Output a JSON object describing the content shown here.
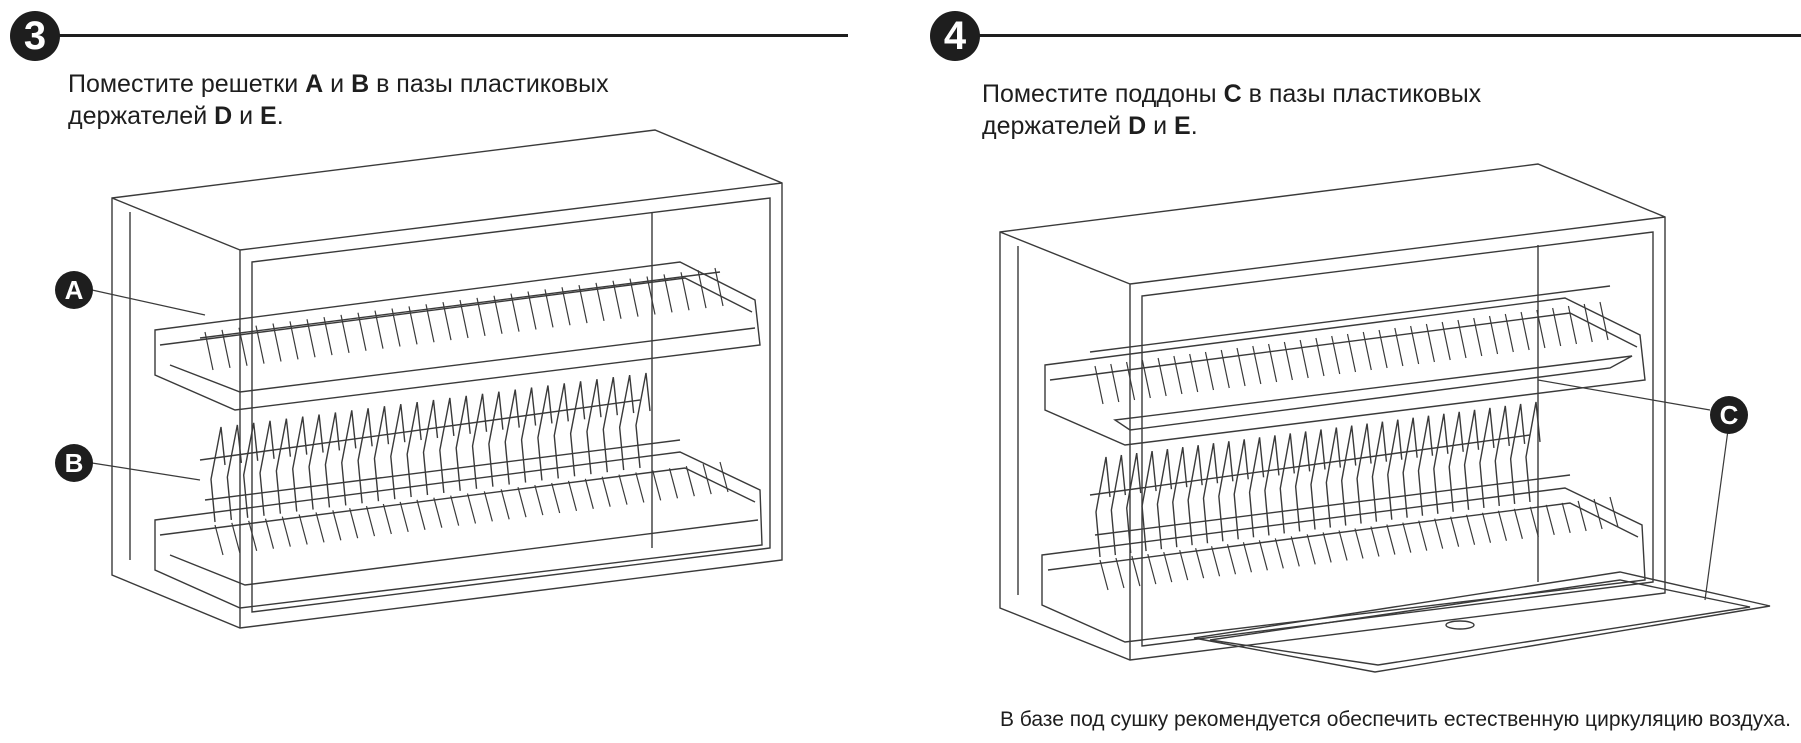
{
  "steps": [
    {
      "number": "3",
      "text": {
        "line1_a": "Поместите решетки ",
        "line1_b": "A",
        "line1_c": " и ",
        "line1_d": "B",
        "line1_e": " в пазы пластиковых",
        "line2_a": "держателей ",
        "line2_b": "D",
        "line2_c": " и ",
        "line2_d": "E",
        "line2_e": "."
      },
      "callouts": [
        "A",
        "B"
      ]
    },
    {
      "number": "4",
      "text": {
        "line1_a": "Поместите поддоны ",
        "line1_b": "C",
        "line1_c": " в пазы пластиковых",
        "line2_a": "держателей ",
        "line2_b": "D",
        "line2_c": " и ",
        "line2_d": "E",
        "line2_e": "."
      },
      "callouts": [
        "C"
      ]
    }
  ],
  "footnote": "В базе под сушку рекомендуется обеспечить естественную циркуляцию воздуха.",
  "colors": {
    "ink": "#1e1e1e",
    "line": "#3a3a3a",
    "background": "#ffffff"
  }
}
